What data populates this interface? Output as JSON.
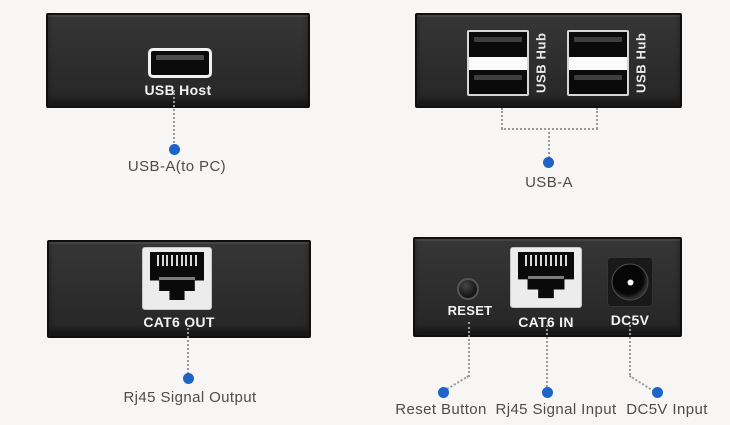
{
  "colors": {
    "background": "#f7f6f4",
    "panel_body": "#2d2d2d",
    "panel_border": "#101010",
    "panel_text": "#f2f2f2",
    "callout_dot_blue": "#1d63c8",
    "callout_text_gray": "#4d4d4d",
    "dotted_line_gray": "#9a9a9a"
  },
  "panels": {
    "usb_host": {
      "port_label": "USB Host"
    },
    "usb_hub": {
      "hub_label": "USB Hub"
    },
    "cat6_out": {
      "port_label": "CAT6 OUT"
    },
    "receiver_back": {
      "reset_label": "RESET",
      "cat6_in_label": "CAT6 IN",
      "dc_label": "DC5V"
    }
  },
  "callouts": {
    "usb_a_to_pc": "USB-A(to PC)",
    "usb_a": "USB-A",
    "rj45_output": "Rj45 Signal Output",
    "reset_button": "Reset Button",
    "rj45_input": "Rj45 Signal Input",
    "dc5v_input": "DC5V Input"
  }
}
